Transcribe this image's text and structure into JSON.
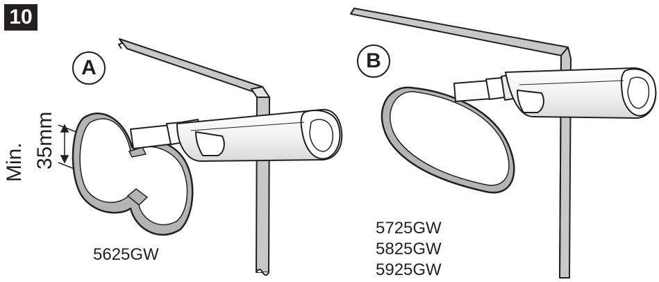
{
  "step_number": "10",
  "panel_a": {
    "label": "A",
    "dimension_min": "Min.",
    "dimension_value": "35mm",
    "models": [
      "5625GW"
    ]
  },
  "panel_b": {
    "label": "B",
    "models": [
      "5725GW",
      "5825GW",
      "5925GW"
    ]
  },
  "colors": {
    "ink": "#231f20",
    "wall_fill": "#c8c8c8",
    "shade_fill": "#b4b4b4",
    "white": "#ffffff"
  }
}
